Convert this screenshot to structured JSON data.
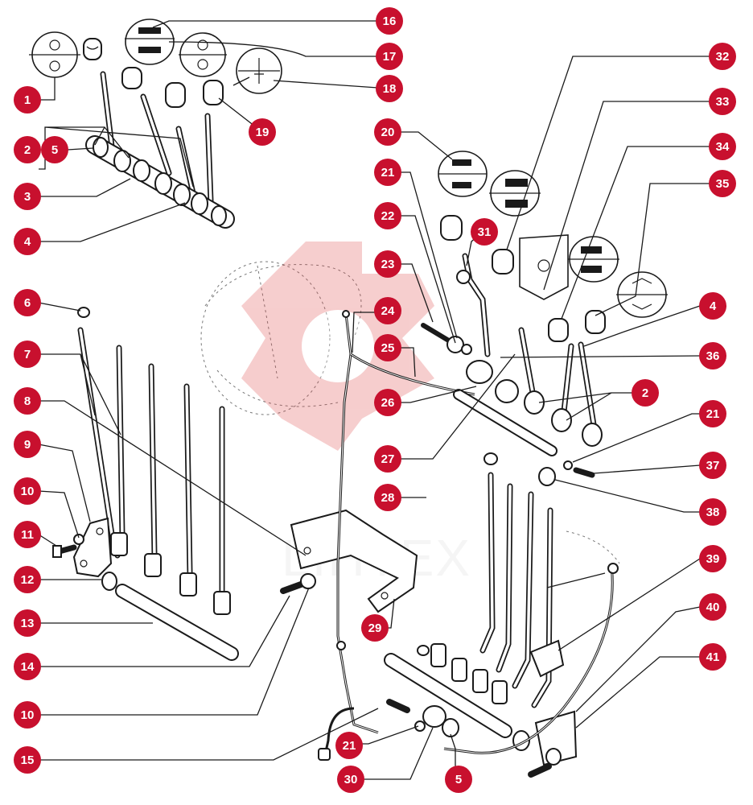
{
  "watermark": {
    "text": "LIHTEX",
    "color": "#e05050"
  },
  "colors": {
    "badge": "#c8102e",
    "badge_text": "#ffffff",
    "line": "#1a1a1a"
  },
  "callouts": [
    {
      "label": "1"
    },
    {
      "label": "2"
    },
    {
      "label": "3"
    },
    {
      "label": "4"
    },
    {
      "label": "5"
    },
    {
      "label": "6"
    },
    {
      "label": "7"
    },
    {
      "label": "8"
    },
    {
      "label": "9"
    },
    {
      "label": "10"
    },
    {
      "label": "11"
    },
    {
      "label": "12"
    },
    {
      "label": "13"
    },
    {
      "label": "14"
    },
    {
      "label": "10"
    },
    {
      "label": "15"
    },
    {
      "label": "16"
    },
    {
      "label": "17"
    },
    {
      "label": "18"
    },
    {
      "label": "19"
    },
    {
      "label": "20"
    },
    {
      "label": "21"
    },
    {
      "label": "22"
    },
    {
      "label": "23"
    },
    {
      "label": "24"
    },
    {
      "label": "25"
    },
    {
      "label": "26"
    },
    {
      "label": "27"
    },
    {
      "label": "28"
    },
    {
      "label": "29"
    },
    {
      "label": "21"
    },
    {
      "label": "30"
    },
    {
      "label": "5"
    },
    {
      "label": "31"
    },
    {
      "label": "32"
    },
    {
      "label": "33"
    },
    {
      "label": "34"
    },
    {
      "label": "35"
    },
    {
      "label": "4"
    },
    {
      "label": "36"
    },
    {
      "label": "2"
    },
    {
      "label": "21"
    },
    {
      "label": "37"
    },
    {
      "label": "38"
    },
    {
      "label": "39"
    },
    {
      "label": "40"
    },
    {
      "label": "41"
    }
  ]
}
